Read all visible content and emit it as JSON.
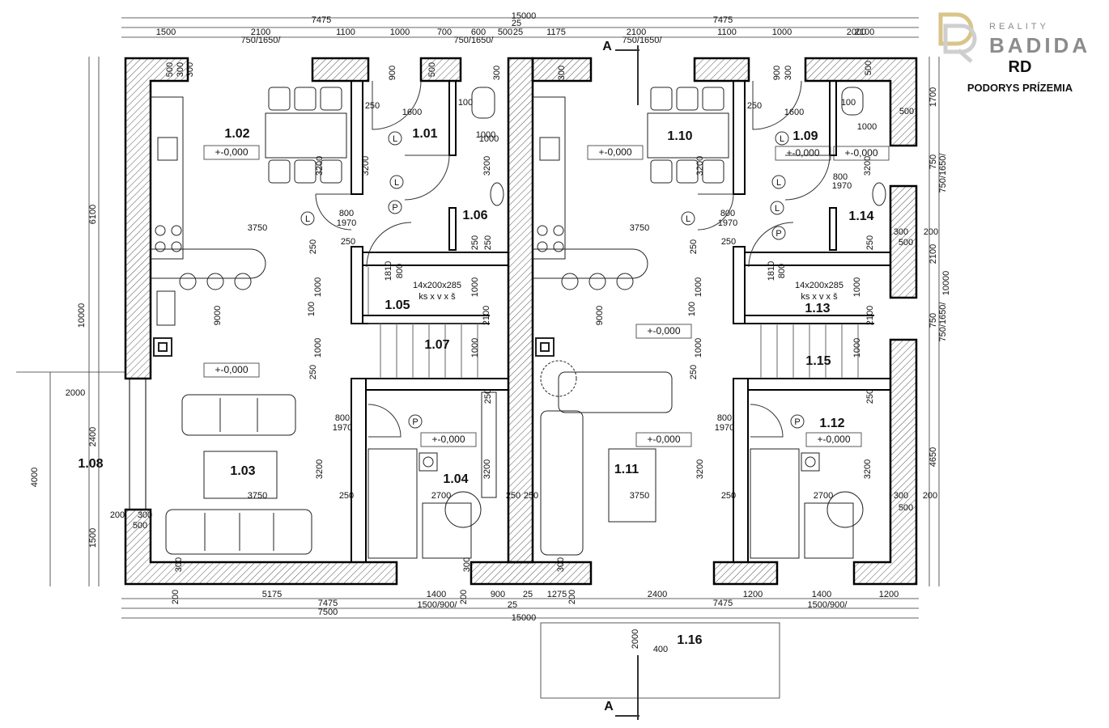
{
  "header": {
    "brand_small": "REALITY",
    "brand_big": "BADIDA",
    "title": "RD",
    "subtitle": "PODORYS PRÍZEMIA"
  },
  "section_marks": [
    "A",
    "A"
  ],
  "rooms": {
    "r102": "1.02",
    "r101": "1.01",
    "r106": "1.06",
    "r105": "1.05",
    "r107": "1.07",
    "r103": "1.03",
    "r104": "1.04",
    "r108": "1.08",
    "r110": "1.10",
    "r109": "1.09",
    "r114": "1.14",
    "r113": "1.13",
    "r115": "1.15",
    "r111": "1.11",
    "r112": "1.12",
    "r116": "1.16"
  },
  "level": "+-0,000",
  "stair_spec": [
    "14x200x285",
    "ks x v x š"
  ],
  "dims": {
    "top_total": "15000",
    "top_half": "7475",
    "top_25": "25",
    "top_row": [
      "1500",
      "2100",
      "1100",
      "1000",
      "700",
      "600",
      "500",
      "25",
      "1175",
      "2100",
      "1100",
      "1000",
      "2000",
      "2100"
    ],
    "window_750": "750/1650/",
    "bottom_total": "15000",
    "bottom_half": "7475",
    "bottom_7500": "7500",
    "bottom_25": "25",
    "bottom_row": [
      "200",
      "5175",
      "1400",
      "200",
      "900",
      "25",
      "1275",
      "200",
      "2400",
      "1200",
      "1400",
      "1200"
    ],
    "door_1500": "1500/900/",
    "left_6100": "6100",
    "left_10000": "10000",
    "left_4000": "4000",
    "left_2000": "2000",
    "left_2400": "2400",
    "left_1500": "1500",
    "right_1700": "1700",
    "right_750": "750",
    "right_win": "750/1650/",
    "right_2100": "2100",
    "right_10000": "10000",
    "right_4650": "4650",
    "right_200": "200",
    "misc": {
      "d3750": "3750",
      "d9000": "9000",
      "d3200": "3200",
      "d1600": "1600",
      "d1000": "1000",
      "d800": "800",
      "d1970": "1970",
      "d250": "250",
      "d100": "100",
      "d500": "500",
      "d300": "300",
      "d900": "900",
      "d2700": "2700",
      "d2100": "2100",
      "d1810": "1810",
      "d2000": "2000",
      "d400": "400",
      "d200": "200"
    }
  },
  "symbols": {
    "L": "L",
    "P": "P"
  }
}
